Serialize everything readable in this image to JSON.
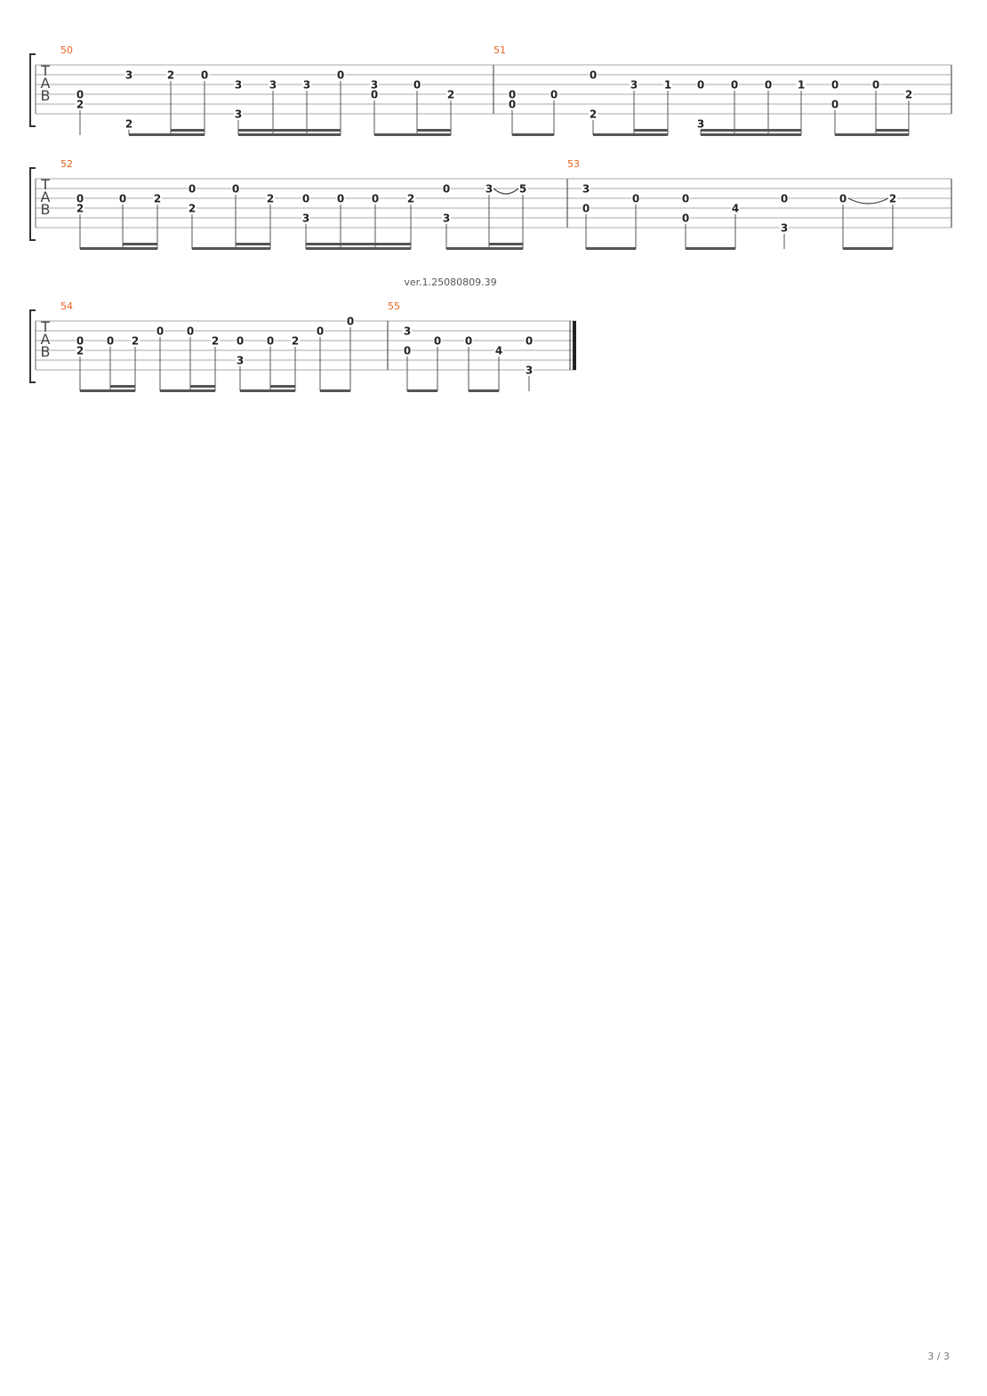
{
  "page": {
    "version": "ver.1.25080809.39",
    "page_number": "3 / 3"
  },
  "clef": {
    "letters": [
      "T",
      "A",
      "B"
    ]
  },
  "colors": {
    "measure_number": "#e8641e",
    "staff_line": "#aaaaaa",
    "notes": "#222222",
    "beam": "#555555"
  },
  "systems": [
    {
      "measures": [
        {
          "number": "50",
          "final": false,
          "notes": [
            {
              "beat": 0,
              "frets": [
                [
                  3,
                  "0"
                ],
                [
                  4,
                  "2"
                ]
              ]
            },
            {
              "beat": 2,
              "frets": [
                [
                  6,
                  "2"
                ],
                [
                  1,
                  "3"
                ]
              ]
            },
            {
              "beat": 3,
              "frets": [
                [
                  1,
                  "2"
                ]
              ]
            },
            {
              "beat": 4,
              "frets": [
                [
                  1,
                  "0"
                ]
              ]
            },
            {
              "beat": 5,
              "frets": [
                [
                  2,
                  "3"
                ],
                [
                  5,
                  "3"
                ]
              ]
            },
            {
              "beat": 6,
              "frets": [
                [
                  2,
                  "3"
                ]
              ]
            },
            {
              "beat": 7,
              "frets": [
                [
                  2,
                  "3"
                ]
              ]
            },
            {
              "beat": 8,
              "frets": [
                [
                  1,
                  "0"
                ]
              ]
            },
            {
              "beat": 9,
              "frets": [
                [
                  2,
                  "3"
                ],
                [
                  3,
                  "0"
                ]
              ]
            },
            {
              "beat": 10,
              "frets": [
                [
                  2,
                  "0"
                ]
              ]
            },
            {
              "beat": 11,
              "frets": [
                [
                  3,
                  "2"
                ]
              ]
            }
          ]
        },
        {
          "number": "51",
          "final": false,
          "notes": [
            {
              "beat": 0,
              "frets": [
                [
                  3,
                  "0"
                ],
                [
                  4,
                  "0"
                ]
              ]
            },
            {
              "beat": 1,
              "frets": [
                [
                  3,
                  "0"
                ]
              ]
            },
            {
              "beat": 2,
              "frets": [
                [
                  5,
                  "2"
                ],
                [
                  1,
                  "0"
                ]
              ]
            },
            {
              "beat": 3,
              "frets": [
                [
                  2,
                  "3"
                ]
              ]
            },
            {
              "beat": 4,
              "frets": [
                [
                  2,
                  "1"
                ]
              ]
            },
            {
              "beat": 5,
              "frets": [
                [
                  6,
                  "3"
                ],
                [
                  2,
                  "0"
                ]
              ]
            },
            {
              "beat": 6,
              "frets": [
                [
                  2,
                  "0"
                ]
              ]
            },
            {
              "beat": 7,
              "frets": [
                [
                  2,
                  "0"
                ]
              ]
            },
            {
              "beat": 8,
              "frets": [
                [
                  2,
                  "1"
                ]
              ]
            },
            {
              "beat": 9,
              "frets": [
                [
                  2,
                  "0"
                ],
                [
                  4,
                  "0"
                ]
              ]
            },
            {
              "beat": 10,
              "frets": [
                [
                  2,
                  "0"
                ]
              ]
            },
            {
              "beat": 11,
              "frets": [
                [
                  3,
                  "2"
                ]
              ]
            }
          ]
        }
      ]
    },
    {
      "measures": [
        {
          "number": "52",
          "final": false,
          "notes": [
            {
              "beat": 0,
              "frets": [
                [
                  2,
                  "0"
                ],
                [
                  3,
                  "2"
                ]
              ]
            },
            {
              "beat": 1,
              "frets": [
                [
                  2,
                  "0"
                ]
              ]
            },
            {
              "beat": 2,
              "frets": [
                [
                  2,
                  "2"
                ]
              ]
            },
            {
              "beat": 3,
              "frets": [
                [
                  1,
                  "0"
                ],
                [
                  3,
                  "2"
                ]
              ]
            },
            {
              "beat": 4,
              "frets": [
                [
                  1,
                  "0"
                ]
              ]
            },
            {
              "beat": 5,
              "frets": [
                [
                  2,
                  "2"
                ]
              ]
            },
            {
              "beat": 6,
              "frets": [
                [
                  2,
                  "0"
                ],
                [
                  4,
                  "3"
                ]
              ]
            },
            {
              "beat": 7,
              "frets": [
                [
                  2,
                  "0"
                ]
              ]
            },
            {
              "beat": 8,
              "frets": [
                [
                  2,
                  "0"
                ]
              ]
            },
            {
              "beat": 9,
              "frets": [
                [
                  2,
                  "2"
                ]
              ]
            },
            {
              "beat": 10,
              "frets": [
                [
                  1,
                  "0"
                ],
                [
                  4,
                  "3"
                ]
              ]
            },
            {
              "beat": 11,
              "frets": [
                [
                  1,
                  "3"
                ]
              ]
            },
            {
              "beat": 12,
              "frets": [
                [
                  1,
                  "5"
                ]
              ]
            }
          ]
        },
        {
          "number": "53",
          "final": false,
          "notes": [
            {
              "beat": 0,
              "frets": [
                [
                  1,
                  "3"
                ],
                [
                  3,
                  "0"
                ]
              ]
            },
            {
              "beat": 1,
              "frets": [
                [
                  2,
                  "0"
                ]
              ]
            },
            {
              "beat": 2,
              "frets": [
                [
                  2,
                  "0"
                ],
                [
                  4,
                  "0"
                ]
              ]
            },
            {
              "beat": 3,
              "frets": [
                [
                  3,
                  "4"
                ]
              ]
            },
            {
              "beat": 4,
              "frets": [
                [
                  2,
                  "0"
                ],
                [
                  5,
                  "3"
                ]
              ]
            },
            {
              "beat": 5,
              "frets": [
                [
                  2,
                  "0"
                ]
              ]
            },
            {
              "beat": 6,
              "frets": [
                [
                  2,
                  "2"
                ]
              ]
            }
          ]
        }
      ]
    },
    {
      "measures": [
        {
          "number": "54",
          "final": false,
          "notes": [
            {
              "beat": 0,
              "frets": [
                [
                  2,
                  "0"
                ],
                [
                  3,
                  "2"
                ]
              ]
            },
            {
              "beat": 1,
              "frets": [
                [
                  2,
                  "0"
                ]
              ]
            },
            {
              "beat": 2,
              "frets": [
                [
                  2,
                  "2"
                ]
              ]
            },
            {
              "beat": 3,
              "frets": [
                [
                  1,
                  "0"
                ]
              ]
            },
            {
              "beat": 4,
              "frets": [
                [
                  1,
                  "0"
                ]
              ]
            },
            {
              "beat": 5,
              "frets": [
                [
                  2,
                  "2"
                ]
              ]
            },
            {
              "beat": 6,
              "frets": [
                [
                  2,
                  "0"
                ],
                [
                  4,
                  "3"
                ]
              ]
            },
            {
              "beat": 7,
              "frets": [
                [
                  2,
                  "0"
                ]
              ]
            },
            {
              "beat": 8,
              "frets": [
                [
                  2,
                  "2"
                ]
              ]
            },
            {
              "beat": 9,
              "frets": [
                [
                  1,
                  "0"
                ]
              ]
            },
            {
              "beat": 10,
              "frets": [
                [
                  0,
                  "0"
                ]
              ]
            }
          ]
        },
        {
          "number": "55",
          "final": true,
          "notes": [
            {
              "beat": 0,
              "frets": [
                [
                  1,
                  "3"
                ],
                [
                  3,
                  "0"
                ]
              ]
            },
            {
              "beat": 1,
              "frets": [
                [
                  2,
                  "0"
                ]
              ]
            },
            {
              "beat": 2,
              "frets": [
                [
                  2,
                  "0"
                ]
              ]
            },
            {
              "beat": 3,
              "frets": [
                [
                  3,
                  "4"
                ]
              ]
            },
            {
              "beat": 4,
              "frets": [
                [
                  2,
                  "0"
                ],
                [
                  5,
                  "3"
                ]
              ]
            }
          ]
        }
      ]
    }
  ]
}
